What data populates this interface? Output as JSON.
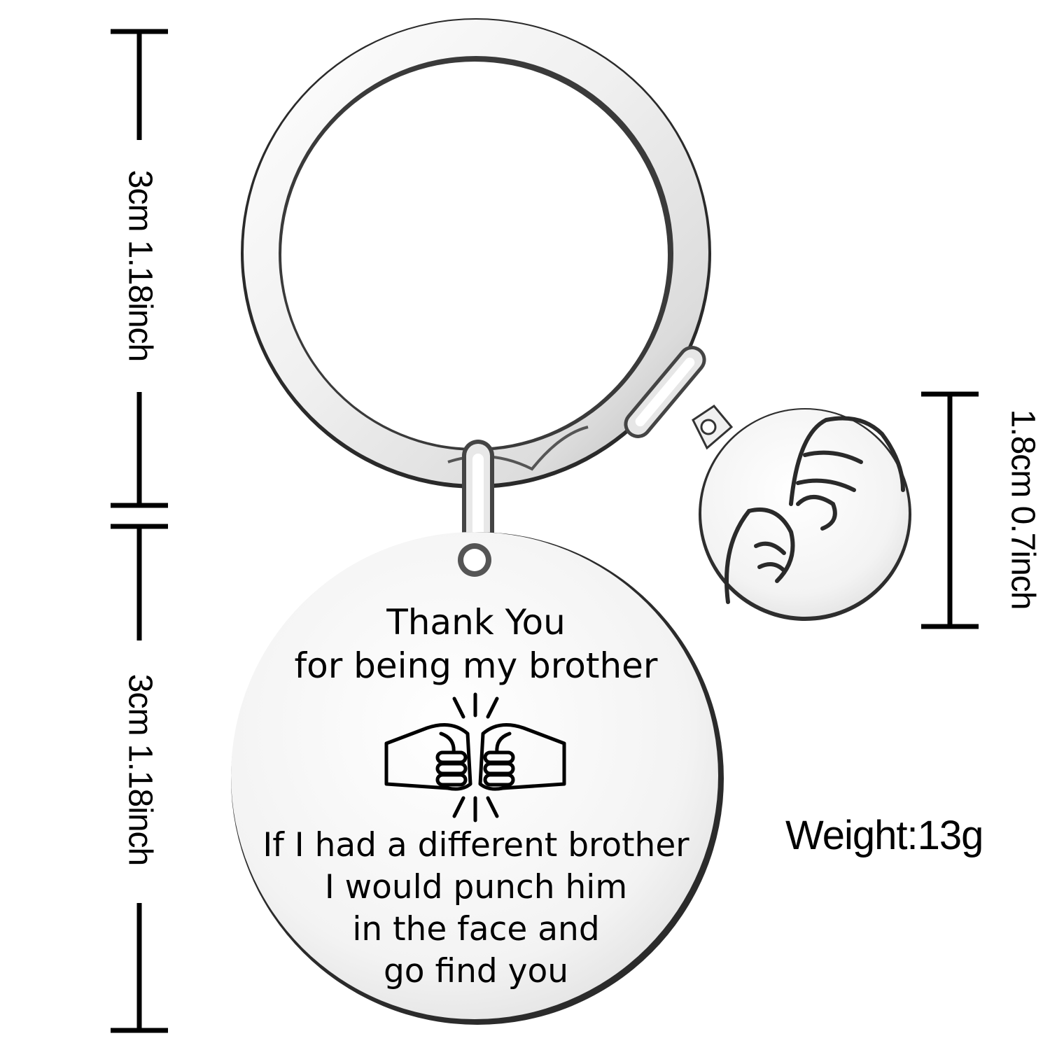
{
  "dimensions": {
    "upper_length": "3cm 1.18inch",
    "lower_length": "3cm 1.18inch",
    "charm_length": "1.8cm 0.7inch",
    "weight": "Weight:13g"
  },
  "tag_text": {
    "line1": "Thank You",
    "line2": "for being my brother",
    "line3": "If I had a different brother",
    "line4": "I would punch him",
    "line5": "in the face and",
    "line6": "go find you"
  },
  "icons": {
    "tag_graphic": "fist-bump-icon",
    "charm_graphic": "pinky-promise-icon"
  },
  "colors": {
    "background": "#ffffff",
    "metal_light": "#f4f4f4",
    "metal_dark": "#3a3a3a",
    "ink": "#000000"
  }
}
